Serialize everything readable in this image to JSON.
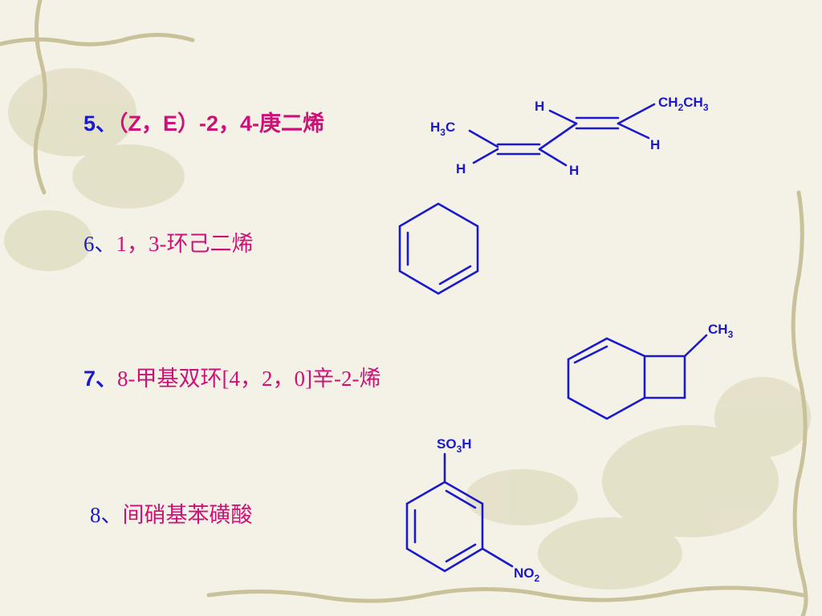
{
  "items": [
    {
      "num": "5、",
      "name": "（Z，E）-2，4-庚二烯"
    },
    {
      "num": "6、",
      "name": "1，3-环己二烯"
    },
    {
      "num": "7、",
      "name": "8-甲基双环[4，2，0]辛-2-烯"
    },
    {
      "num": "8、",
      "name": "间硝基苯磺酸"
    }
  ],
  "atoms": {
    "h3c": {
      "a": "H",
      "b": "3",
      "c": "C"
    },
    "h": "H",
    "ch2ch3": {
      "a": "CH",
      "b": "2",
      "c": "CH",
      "d": "3"
    },
    "ch3": {
      "a": "CH",
      "b": "3"
    },
    "so3h": {
      "a": "SO",
      "b": "3",
      "c": "H"
    },
    "no2": {
      "a": "NO",
      "b": "2"
    }
  },
  "colors": {
    "label_blue": "#1a1acc",
    "label_magenta": "#cc1177",
    "bond": "#1a1acc"
  }
}
